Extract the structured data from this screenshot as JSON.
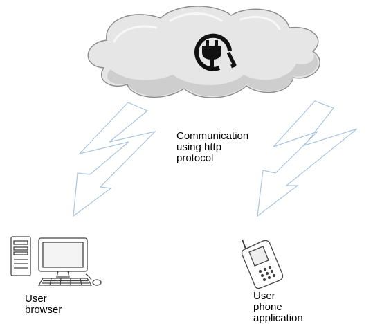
{
  "colors": {
    "cloud_fill": "#e6e6e6",
    "cloud_shade": "#c9c9c9",
    "cloud_stroke": "#8c8c8c",
    "bolt_stroke": "#a9c5e2",
    "icon": "#111111",
    "device_stroke": "#444444"
  },
  "icons": {
    "server": "power-plug-icon",
    "browser_client": "desktop-computer-icon",
    "phone_client": "mobile-phone-icon"
  },
  "labels": {
    "communication": [
      "Communication",
      "using http",
      "protocol"
    ],
    "browser": [
      "User",
      "browser"
    ],
    "phone": [
      "User",
      "phone",
      "application"
    ]
  }
}
